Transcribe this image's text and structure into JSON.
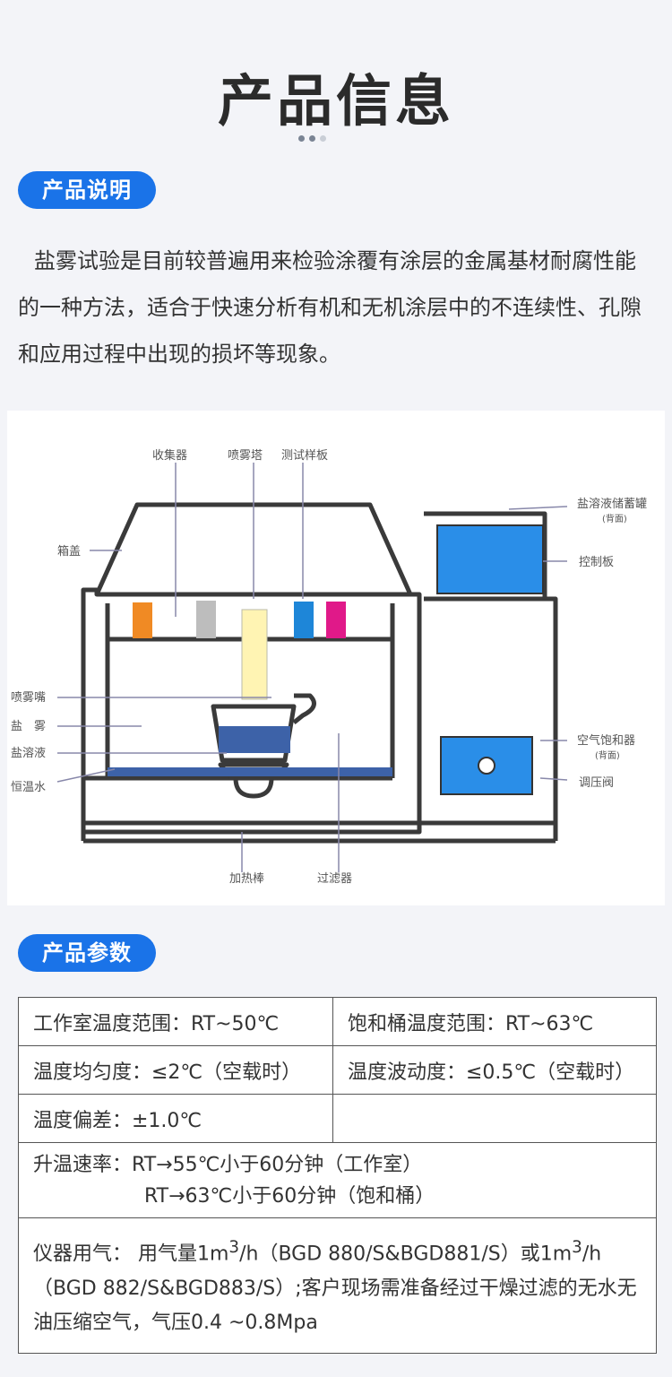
{
  "page_title": "产品信息",
  "section1_label": "产品说明",
  "intro_text": "盐雾试验是目前较普遍用来检验涂覆有涂层的金属基材耐腐性能的一种方法，适合于快速分析有机和无机涂层中的不连续性、孔隙和应用过程中出现的损坏等现象。",
  "diagram_labels": {
    "collector": "收集器",
    "spray_tower": "喷雾塔",
    "test_panel": "测试样板",
    "lid": "箱盖",
    "reservoir": "盐溶液储蓄罐",
    "reservoir_note": "(背面)",
    "control_panel": "控制板",
    "nozzle": "喷雾嘴",
    "salt_fog": "盐　雾",
    "salt_solution": "盐溶液",
    "constant_water": "恒温水",
    "saturator": "空气饱和器",
    "saturator_note": "(背面)",
    "regulator": "调压阀",
    "heater": "加热棒",
    "filter": "过滤器"
  },
  "section2_label": "产品参数",
  "params": {
    "r1c1": "工作室温度范围：RT~50℃",
    "r1c2": "饱和桶温度范围：RT~63℃",
    "r2c1": "温度均匀度：≤2℃（空载时）",
    "r2c2": "温度波动度：≤0.5℃（空载时）",
    "r3c1": "温度偏差：±1.0℃",
    "r3c2": "",
    "heating_label": "升温速率：",
    "heating_line1": "RT→55℃小于60分钟（工作室）",
    "heating_line2": "RT→63℃小于60分钟（饱和桶）",
    "gas_a": "仪器用气： 用气量1m",
    "gas_sup1": "3",
    "gas_b": "/h（BGD 880/S&BGD881/S）或1m",
    "gas_sup2": "3",
    "gas_c": "/h（BGD 882/S&BGD883/S）;客户现场需准备经过干燥过滤的无水无油压缩空气，气压0.4 ~0.8Mpa"
  },
  "colors": {
    "accent": "#1a73e8",
    "panel_screen": "#2a8ee8"
  }
}
